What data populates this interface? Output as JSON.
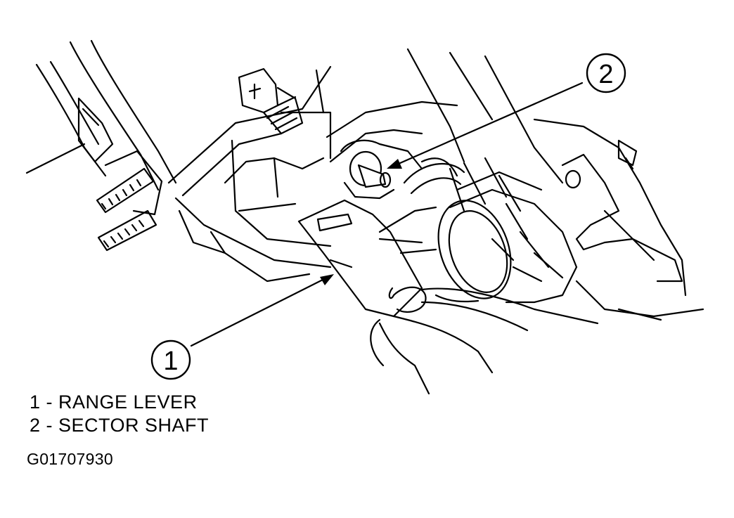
{
  "callouts": [
    {
      "number": "1",
      "label": "1 - RANGE LEVER"
    },
    {
      "number": "2",
      "label": "2 - SECTOR SHAFT"
    }
  ],
  "figure_id": "G01707930"
}
